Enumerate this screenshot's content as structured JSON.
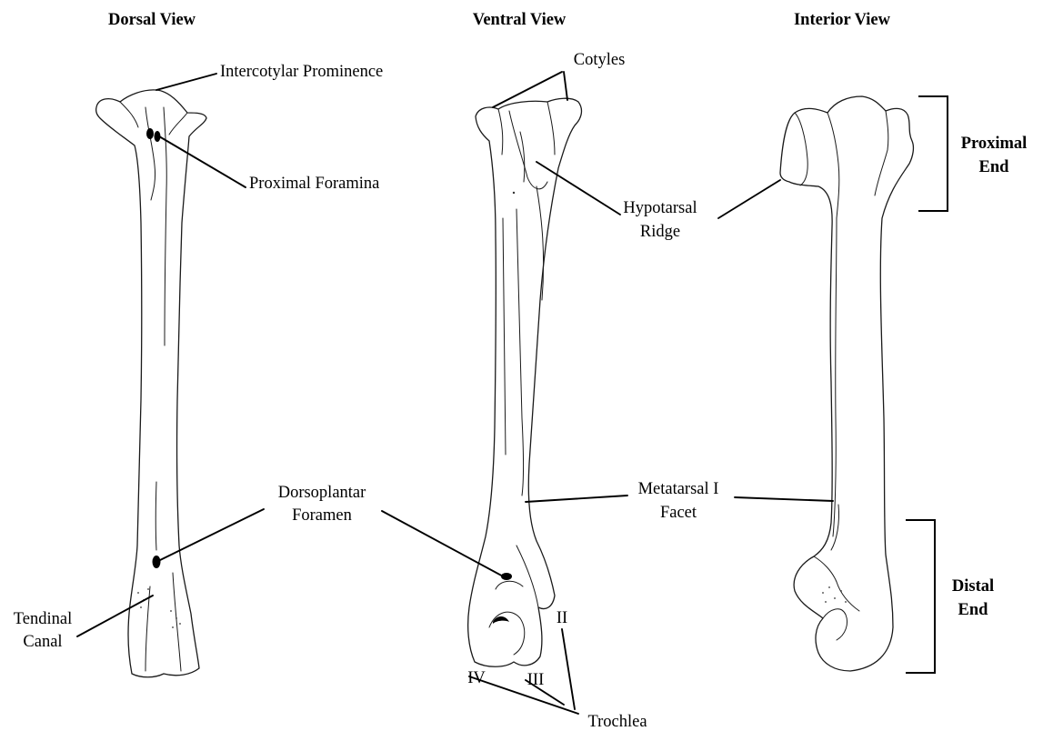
{
  "views": {
    "dorsal": "Dorsal View",
    "ventral": "Ventral View",
    "interior": "Interior View"
  },
  "labels": {
    "intercotylar_prominence": "Intercotylar Prominence",
    "proximal_foramina": "Proximal Foramina",
    "dorsoplantar_foramen": [
      "Dorsoplantar",
      "Foramen"
    ],
    "tendinal_canal": [
      "Tendinal",
      "Canal"
    ],
    "cotyles": "Cotyles",
    "hypotarsal_ridge": [
      "Hypotarsal",
      "Ridge"
    ],
    "metatarsal_facet": [
      "Metatarsal I",
      "Facet"
    ],
    "trochlea": "Trochlea",
    "trochlea_ii": "II",
    "trochlea_iii": "III",
    "trochlea_iv": "IV",
    "proximal_end": [
      "Proximal",
      "End"
    ],
    "distal_end": [
      "Distal",
      "End"
    ]
  }
}
